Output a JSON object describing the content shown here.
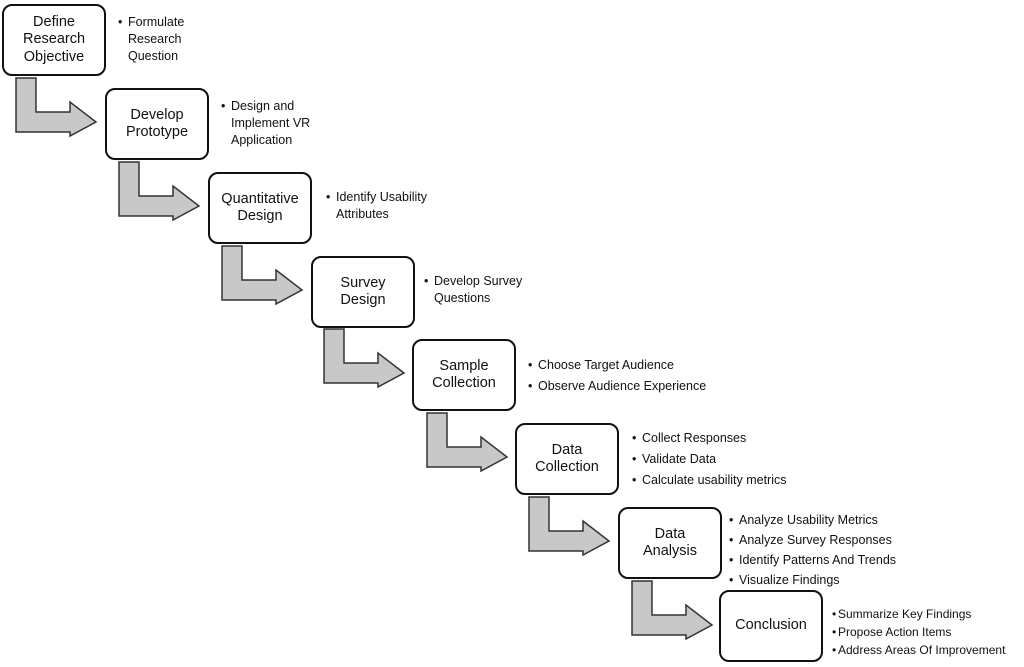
{
  "stages": [
    {
      "label": "Define\nResearch\nObjective",
      "bullets": [
        "Formulate\nResearch\nQuestion"
      ]
    },
    {
      "label": "Develop\nPrototype",
      "bullets": [
        "Design and\nImplement VR\nApplication"
      ]
    },
    {
      "label": "Quantitative\nDesign",
      "bullets": [
        "Identify Usability\nAttributes"
      ]
    },
    {
      "label": "Survey\nDesign",
      "bullets": [
        "Develop Survey\nQuestions"
      ]
    },
    {
      "label": "Sample\nCollection",
      "bullets": [
        "Choose Target Audience",
        "Observe Audience Experience"
      ]
    },
    {
      "label": "Data\nCollection",
      "bullets": [
        "Collect Responses",
        "Validate Data",
        "Calculate usability metrics"
      ]
    },
    {
      "label": "Data\nAnalysis",
      "bullets": [
        "Analyze Usability Metrics",
        "Analyze Survey Responses",
        "Identify Patterns And Trends",
        "Visualize Findings"
      ]
    },
    {
      "label": "Conclusion",
      "bullets": [
        "Summarize Key Findings",
        "Propose Action Items",
        "Address Areas Of Improvement"
      ]
    }
  ],
  "colors": {
    "box_border": "#111111",
    "arrow_fill": "#c8c8c8",
    "arrow_stroke": "#333333",
    "text": "#111111"
  }
}
